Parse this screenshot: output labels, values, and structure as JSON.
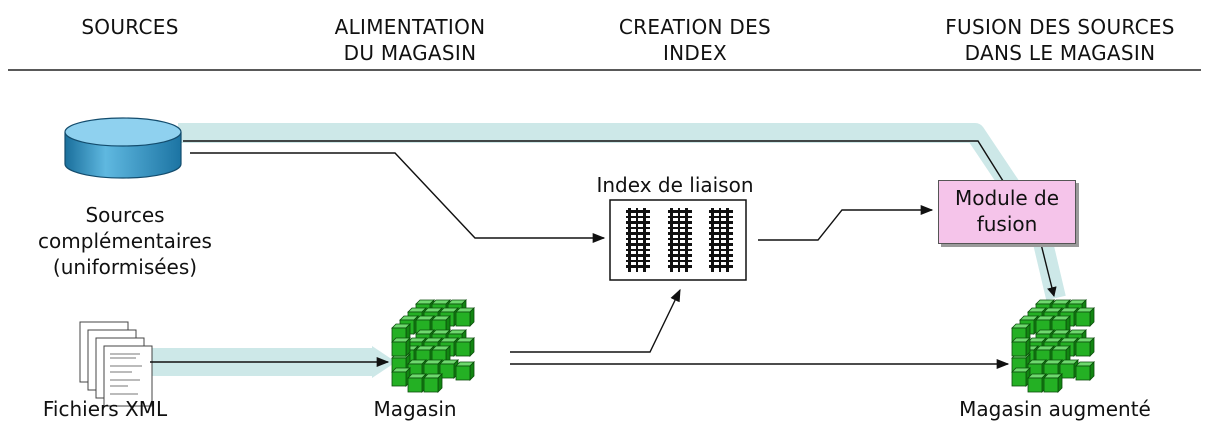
{
  "headers": {
    "sources": "SOURCES",
    "alimentation": "ALIMENTATION\nDU MAGASIN",
    "creation": "CREATION DES\nINDEX",
    "fusion": "FUSION DES SOURCES\nDANS LE MAGASIN"
  },
  "nodes": {
    "sources": "Sources\ncomplémentaires\n(uniformisées)",
    "xml_files": "Fichiers XML",
    "store": "Magasin",
    "index_title": "Index de liaison",
    "module": "Module de\nfusion",
    "augmented_store": "Magasin augmenté"
  },
  "colors": {
    "flow_band": "#cde8e8",
    "database": "#3399cc",
    "cube": "#22aa22",
    "module_fill": "#f5c4ea"
  }
}
